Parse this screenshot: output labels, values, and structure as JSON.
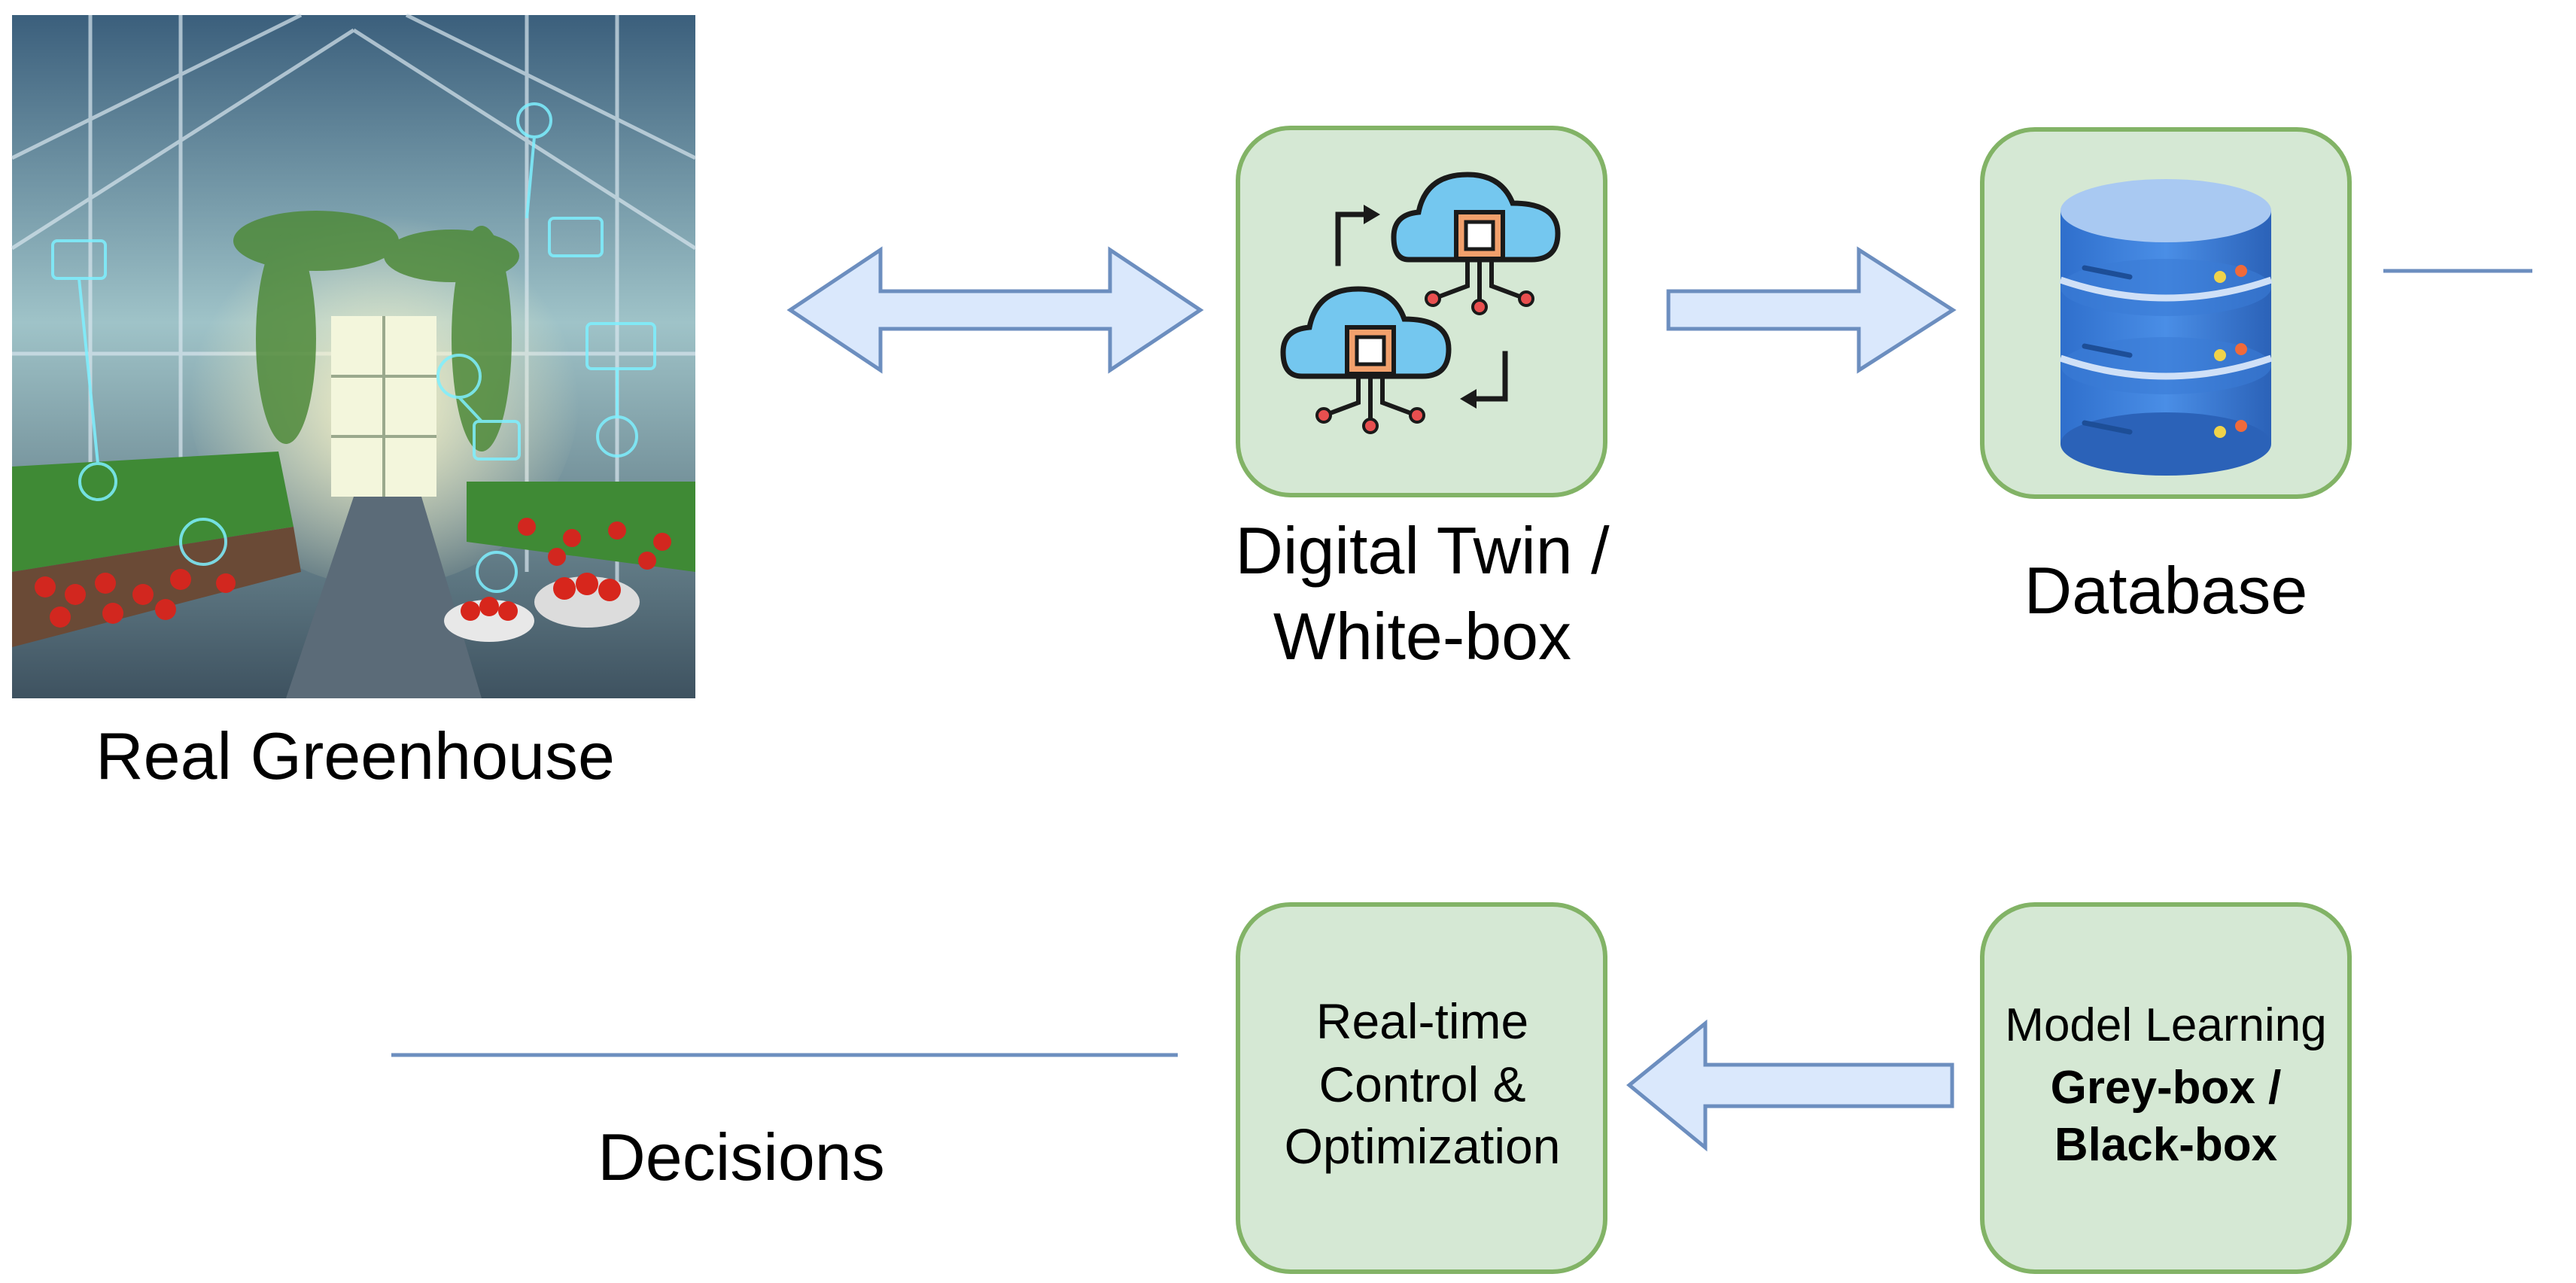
{
  "nodes": {
    "greenhouse": {
      "label": "Real Greenhouse",
      "image_description": "greenhouse-interior-photo"
    },
    "digital_twin": {
      "label_line1": "Digital Twin /",
      "label_line2": "White-box",
      "icon": "cloud-chip-sync-icon"
    },
    "database": {
      "label": "Database",
      "icon": "database-cylinder-icon"
    },
    "model_learning": {
      "line1": "Model Learning",
      "line2": "Grey-box /",
      "line3": "Black-box"
    },
    "control": {
      "line1": "Real-time",
      "line2": "Control &",
      "line3": "Optimization"
    }
  },
  "edges": {
    "decisions_label": "Decisions"
  },
  "colors": {
    "box_fill": "#d5e8d4",
    "box_stroke": "#82b366",
    "arrow_fill": "#dae8fc",
    "arrow_stroke": "#6c8ebf"
  }
}
